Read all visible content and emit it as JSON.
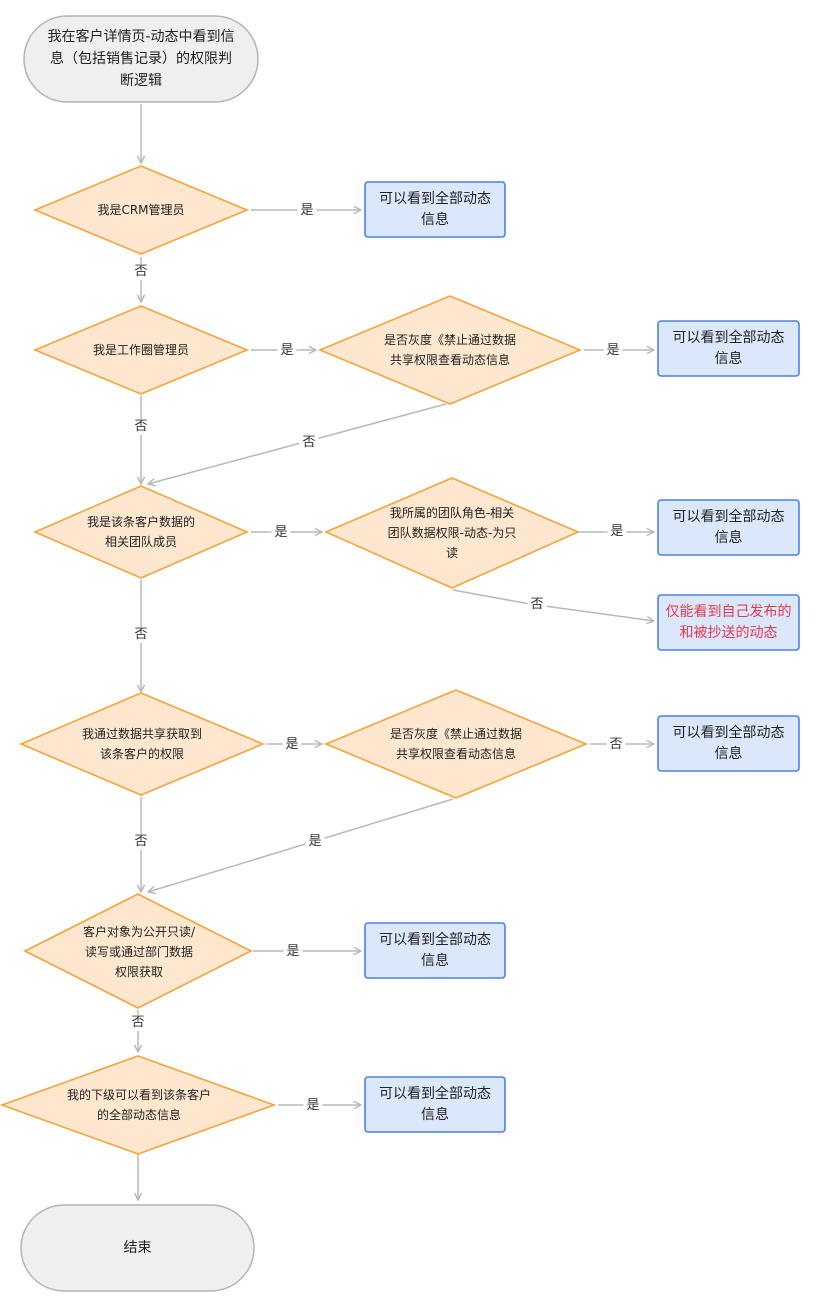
{
  "start": {
    "label": "我在客户详情页-动态中看到信息（包括销售记录）的权限判断逻辑"
  },
  "end": {
    "label": "结束"
  },
  "decisions": {
    "d1": "我是CRM管理员",
    "d2": "我是工作圈管理员",
    "d2b": "是否灰度《禁止通过数据共享权限查看动态信息",
    "d3": "我是该条客户数据的相关团队成员",
    "d3b": "我所属的团队角色-相关团队数据权限-动态-为只读",
    "d4": "我通过数据共享获取到该条客户的权限",
    "d4b": "是否灰度《禁止通过数据共享权限查看动态信息",
    "d5": "客户对象为公开只读/读写或通过部门数据权限获取",
    "d6": "我的下级可以看到该条客户的全部动态信息"
  },
  "results": {
    "r1": "可以看到全部动态信息",
    "r2": "可以看到全部动态信息",
    "r3": "可以看到全部动态信息",
    "r3b": "仅能看到自己发布的和被抄送的动态",
    "r4": "可以看到全部动态信息",
    "r5": "可以看到全部动态信息",
    "r6": "可以看到全部动态信息"
  },
  "edge_labels": {
    "yes": "是",
    "no": "否"
  },
  "colors": {
    "decision_fill": "#fde8cf",
    "decision_stroke": "#f6a33b",
    "box_fill": "#dbe7fb",
    "box_stroke": "#4c80e8",
    "terminal_fill": "#efefef",
    "terminal_stroke": "#b4b4b4",
    "connector": "#b8b8b8",
    "warning_text": "#e8384f"
  }
}
